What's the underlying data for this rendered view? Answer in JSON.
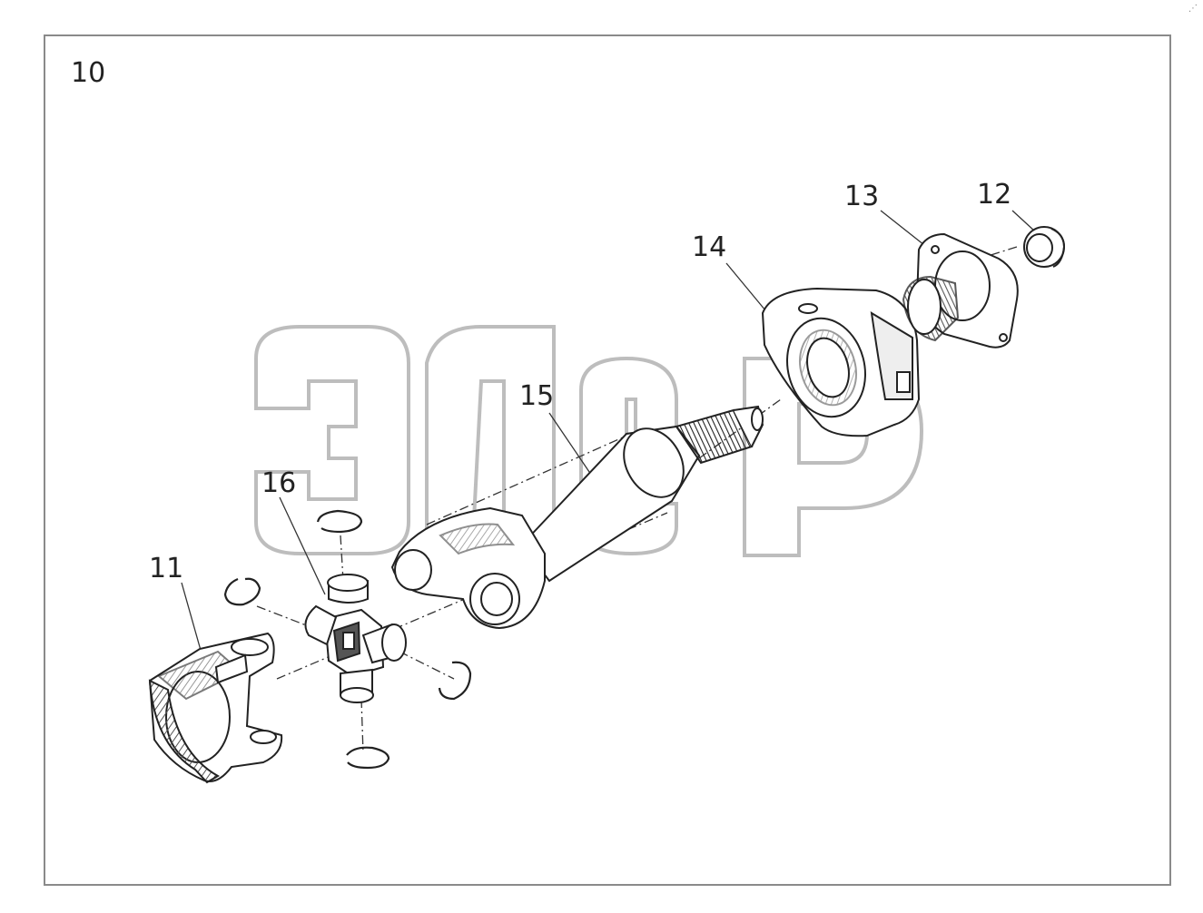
{
  "diagram": {
    "figure_number": "10",
    "watermark": {
      "text": "элер",
      "trademark": "TM"
    },
    "callouts": [
      {
        "id": "11",
        "text": "11"
      },
      {
        "id": "12",
        "text": "12"
      },
      {
        "id": "13",
        "text": "13"
      },
      {
        "id": "14",
        "text": "14"
      },
      {
        "id": "15",
        "text": "15"
      },
      {
        "id": "16",
        "text": "16"
      }
    ]
  }
}
